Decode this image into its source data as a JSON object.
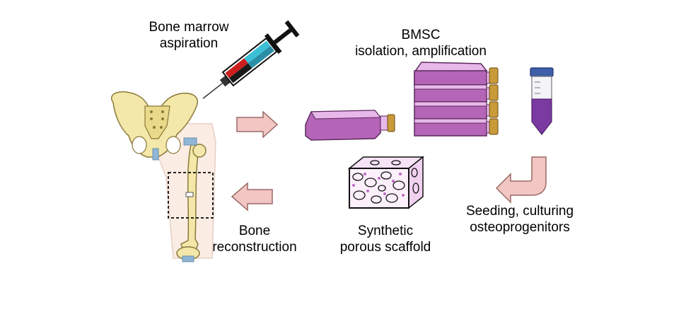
{
  "labels": {
    "aspiration_line1": "Bone marrow",
    "aspiration_line2": "aspiration",
    "bmsc_line1": "BMSC",
    "bmsc_line2": "isolation, amplification",
    "seeding_line1": "Seeding, culturing",
    "seeding_line2": "osteoprogenitors",
    "scaffold_line1": "Synthetic",
    "scaffold_line2": "porous scaffold",
    "reconstruction_line1": "Bone",
    "reconstruction_line2": "reconstruction"
  },
  "colors": {
    "bone": "#f3e7a9",
    "bone_outline": "#8a7a3a",
    "flask_purple": "#b565b8",
    "flask_light": "#e8b8ea",
    "cap": "#c99a3a",
    "arrow_fill": "#f1c6c3",
    "arrow_stroke": "#9a6a66",
    "tube_liquid": "#7a3aa0",
    "syringe_blue": "#3bbfd6",
    "syringe_red": "#cc1f1f",
    "leg_skin": "#fbece4",
    "joint_blue": "#8fb6d6"
  },
  "icons": [
    "pelvis-icon",
    "syringe-icon",
    "femur-icon",
    "flask-icon",
    "flask-stack-icon",
    "centrifuge-tube-icon",
    "scaffold-icon",
    "arrow-right-icon",
    "arrow-left-icon",
    "arrow-curved-icon"
  ]
}
